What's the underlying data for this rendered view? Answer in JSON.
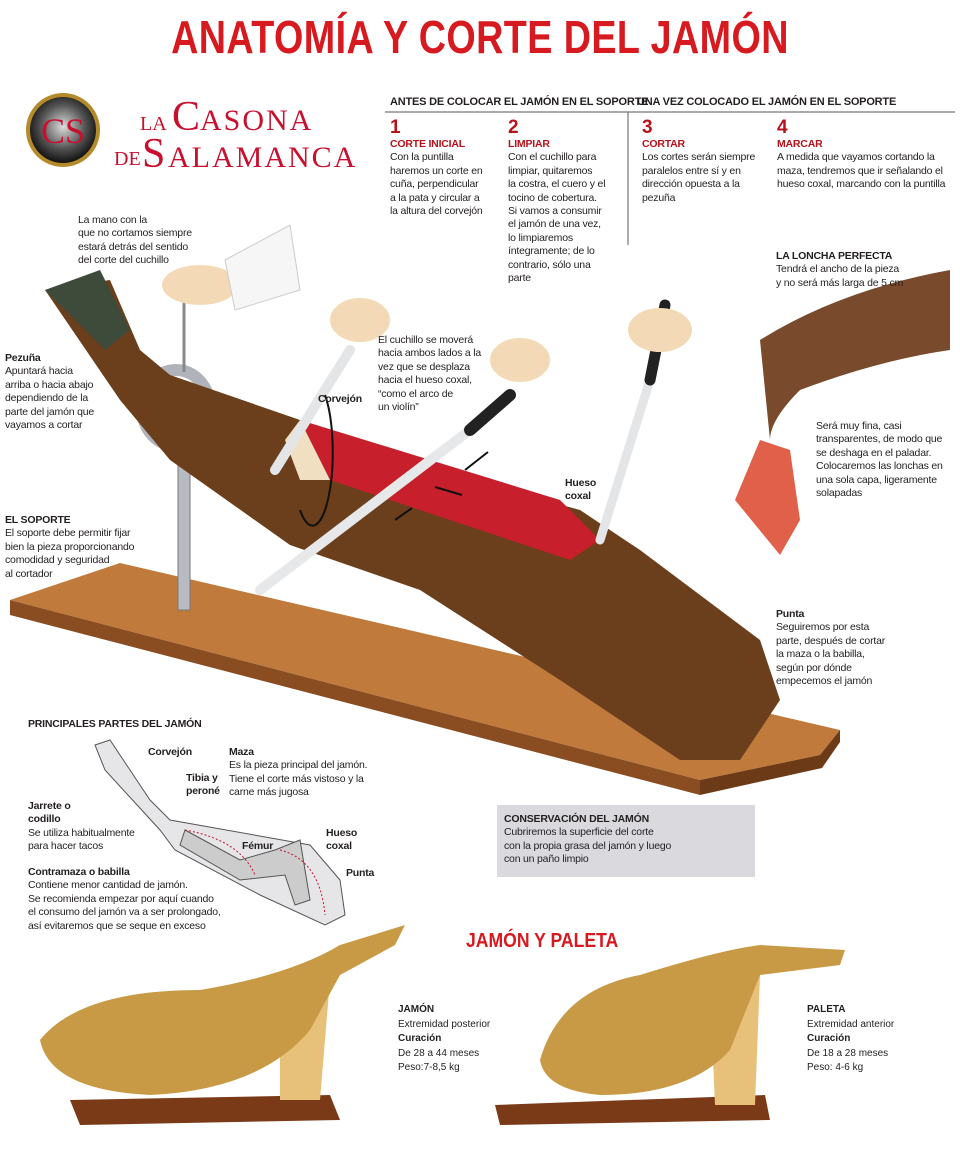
{
  "title": "ANATOMÍA Y CORTE DEL JAMÓN",
  "logo": {
    "monogram": "CS",
    "line1": "LA CASONA",
    "line2": "DE SALAMANCA",
    "color": "#c8102e"
  },
  "sections": {
    "before": "ANTES DE COLOCAR EL JAMÓN EN EL SOPORTE",
    "after": "UNA VEZ COLOCADO EL JAMÓN EN EL SOPORTE"
  },
  "steps": [
    {
      "number": "1",
      "title": "CORTE INICIAL",
      "text": [
        "Con la puntilla",
        "haremos un corte en",
        "cuña, perpendicular",
        "a la pata y circular a",
        "la altura del corvejón"
      ]
    },
    {
      "number": "2",
      "title": "LIMPIAR",
      "text": [
        "Con el cuchillo para",
        "limpiar, quitaremos",
        "la costra, el cuero y el",
        "tocino de cobertura.",
        "Si vamos a consumir",
        "el jamón de una vez,",
        "lo limpiaremos",
        "íntegramente; de lo",
        "contrario, sólo una",
        "parte"
      ]
    },
    {
      "number": "3",
      "title": "CORTAR",
      "text": [
        "Los cortes serán siempre",
        "paralelos entre sí y en",
        "dirección opuesta a la",
        "pezuña"
      ]
    },
    {
      "number": "4",
      "title": "MARCAR",
      "text": [
        "A medida que vayamos cortando la",
        "maza, tendremos que ir señalando el",
        "hueso coxal, marcando con la puntilla"
      ]
    }
  ],
  "annotations": {
    "mano": [
      "La mano con la",
      "que no cortamos siempre",
      "estará detrás del sentido",
      "del corte del cuchillo"
    ],
    "pezuna": {
      "title": "Pezuña",
      "text": [
        "Apuntará hacia",
        "arriba o hacia abajo",
        "dependiendo de la",
        "parte del jamón que",
        "vayamos a cortar"
      ]
    },
    "cuchillo": [
      "El cuchillo se moverá",
      "hacia ambos lados a la",
      "vez que se desplaza",
      "hacia  el hueso coxal,",
      "“como el arco de",
      "un violín”"
    ],
    "corvejon": "Corvejón",
    "hueso_coxal": [
      "Hueso",
      "coxal"
    ],
    "soporte": {
      "title": "EL SOPORTE",
      "text": [
        "El soporte debe permitir fijar",
        "bien la pieza proporcionando",
        "comodidad y seguridad",
        "al cortador"
      ]
    },
    "loncha": {
      "title": "LA LONCHA PERFECTA",
      "text": [
        "Tendrá el ancho de la pieza",
        "y no será más larga de 5 cm"
      ]
    },
    "fina": [
      "Será muy fina, casi",
      "transparentes, de modo que",
      "se deshaga en el paladar.",
      "Colocaremos las lonchas en",
      "una sola capa, ligeramente",
      "solapadas"
    ],
    "punta": {
      "title": "Punta",
      "text": [
        "Seguiremos por esta",
        "parte, después de cortar",
        "la maza o la babilla,",
        "según por dónde",
        "empecemos el jamón"
      ]
    }
  },
  "parts": {
    "title": "PRINCIPALES PARTES DEL JAMÓN",
    "corvejon": "Corvejón",
    "tibia": [
      "Tibia y",
      "peroné"
    ],
    "maza": {
      "title": "Maza",
      "text": [
        "Es la pieza principal del jamón.",
        "Tiene el corte más vistoso y la",
        "carne más jugosa"
      ]
    },
    "jarrete": {
      "title": [
        "Jarrete o",
        "codillo"
      ],
      "text": [
        "Se utiliza habitualmente",
        "para hacer tacos"
      ]
    },
    "femur": "Fémur",
    "hueso_coxal": [
      "Hueso",
      "coxal"
    ],
    "punta": "Punta",
    "contramaza": {
      "title": "Contramaza o babilla",
      "text": [
        "Contiene menor cantidad de jamón.",
        "Se recomienda empezar por aquí cuando",
        "el consumo del jamón va a ser prolongado,",
        "así evitaremos que se seque en exceso"
      ]
    }
  },
  "conservacion": {
    "title": "CONSERVACIÓN DEL JAMÓN",
    "text": [
      "Cubriremos la superficie del corte",
      "con la propia grasa del jamón y luego",
      "con un paño limpio"
    ]
  },
  "products": {
    "title": "JAMÓN Y PALETA",
    "jamon": {
      "name": "JAMÓN",
      "type": "Extremidad posterior",
      "curacion_label": "Curación",
      "curacion": "De 28 a 44 meses",
      "peso": "Peso:7-8,5 kg"
    },
    "paleta": {
      "name": "PALETA",
      "type": "Extremidad anterior",
      "curacion_label": "Curación",
      "curacion": "De 18 a 28 meses",
      "peso": "Peso: 4-6 kg"
    }
  }
}
